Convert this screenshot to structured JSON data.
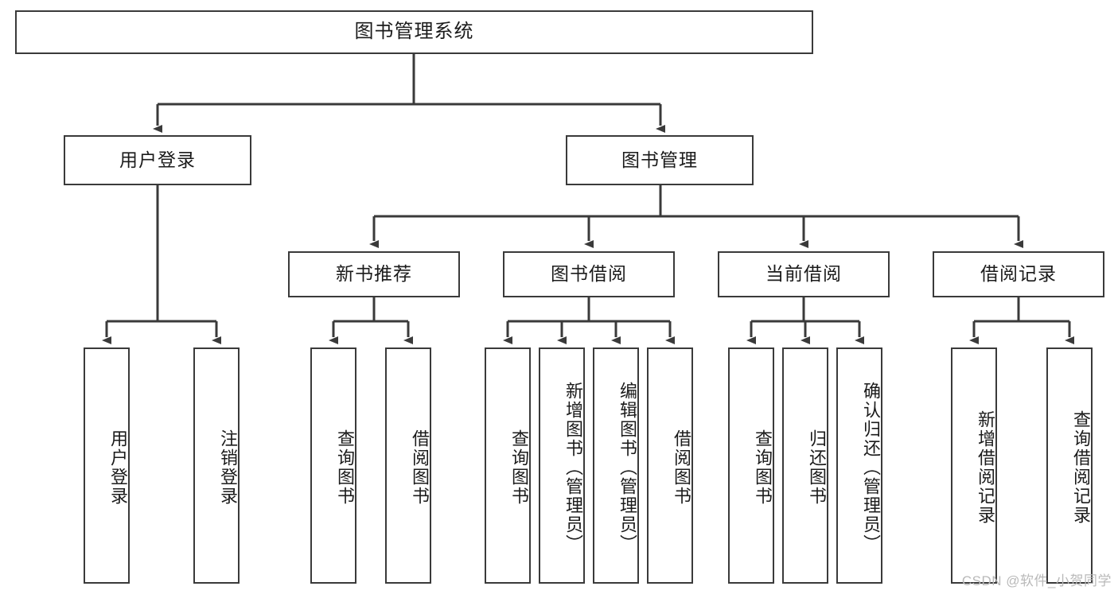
{
  "diagram": {
    "title": "图书管理系统",
    "watermark": "CSDN @软件_小贺同学",
    "line_color": "#3a3a3a",
    "box_fill": "#ffffff",
    "text_color": "#1b1b1b",
    "watermark_color": "#b9b9b9"
  },
  "nodes": {
    "root": {
      "label": "图书管理系统"
    },
    "level2": [
      {
        "label": "用户登录"
      },
      {
        "label": "图书管理"
      }
    ],
    "level3": [
      {
        "label": "新书推荐"
      },
      {
        "label": "图书借阅"
      },
      {
        "label": "当前借阅"
      },
      {
        "label": "借阅记录"
      }
    ],
    "leaves_user_login": [
      {
        "label": "用户登录"
      },
      {
        "label": "注销登录"
      }
    ],
    "leaves_new_book": [
      {
        "label": "查询图书"
      },
      {
        "label": "借阅图书"
      }
    ],
    "leaves_borrow": [
      {
        "label": "查询图书"
      },
      {
        "label": "新增图书（管理员）"
      },
      {
        "label": "编辑图书（管理员）"
      },
      {
        "label": "借阅图书"
      }
    ],
    "leaves_current": [
      {
        "label": "查询图书"
      },
      {
        "label": "归还图书"
      },
      {
        "label": "确认归还（管理员）"
      }
    ],
    "leaves_records": [
      {
        "label": "新增借阅记录"
      },
      {
        "label": "查询借阅记录"
      }
    ]
  }
}
